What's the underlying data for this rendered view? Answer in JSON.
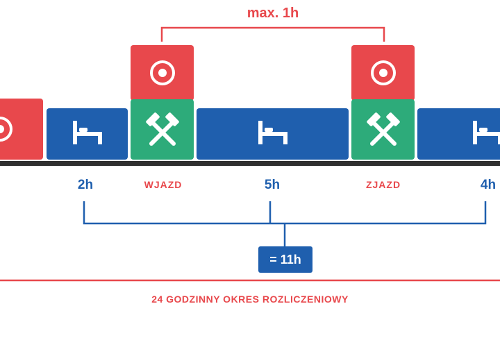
{
  "top_bracket": {
    "label": "max. 1h"
  },
  "timeline": {
    "segments": [
      {
        "kind": "driving",
        "color": "#e8484c",
        "icon": "steering-wheel-icon"
      },
      {
        "kind": "rest",
        "color": "#1f5fae",
        "icon": "bed-icon"
      },
      {
        "kind": "work",
        "color": "#2dab7a",
        "icon": "crossed-hammers-icon"
      },
      {
        "kind": "driving",
        "color": "#e8484c",
        "icon": "steering-wheel-icon"
      },
      {
        "kind": "rest",
        "color": "#1f5fae",
        "icon": "bed-icon"
      },
      {
        "kind": "work",
        "color": "#2dab7a",
        "icon": "crossed-hammers-icon"
      },
      {
        "kind": "driving",
        "color": "#e8484c",
        "icon": "steering-wheel-icon"
      },
      {
        "kind": "rest",
        "color": "#1f5fae",
        "icon": "bed-icon"
      }
    ],
    "labels": {
      "rest1": "2h",
      "entry": "WJAZD",
      "rest2": "5h",
      "exit": "ZJAZD",
      "rest3": "4h"
    }
  },
  "sum": {
    "label": "= 11h"
  },
  "period": {
    "label": "24 GODZINNY OKRES ROZLICZENIOWY"
  },
  "colors": {
    "red": "#e8484c",
    "blue": "#1f5fae",
    "green": "#2dab7a",
    "timeline": "#2f2f2f"
  }
}
